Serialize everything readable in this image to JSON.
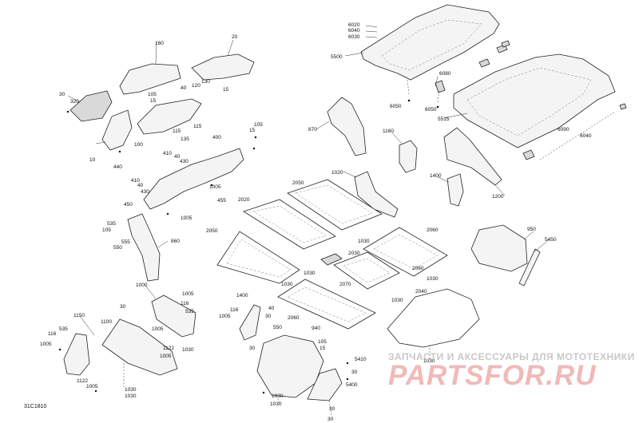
{
  "diagram": {
    "id_code": "31C1810",
    "callouts": [
      "6020",
      "6040",
      "6030",
      "5500",
      "6080",
      "6050",
      "6050",
      "5515",
      "6090",
      "6040",
      "160",
      "20",
      "30",
      "320",
      "105",
      "15",
      "40",
      "130",
      "120",
      "15",
      "100",
      "135",
      "115",
      "115",
      "10",
      "440",
      "410",
      "40",
      "430",
      "400",
      "15",
      "105",
      "410",
      "40",
      "430",
      "1005",
      "455",
      "450",
      "1005",
      "870",
      "1160",
      "1400",
      "1200",
      "1020",
      "2050",
      "2020",
      "1030",
      "2060",
      "2050",
      "1030",
      "1030",
      "2030",
      "2060",
      "1030",
      "2070",
      "1030",
      "950",
      "5450",
      "535",
      "105",
      "555",
      "550",
      "860",
      "1000",
      "1005",
      "116",
      "535",
      "30",
      "1100",
      "1005",
      "1030",
      "1122",
      "1005",
      "1030",
      "1150",
      "535",
      "116",
      "1005",
      "1122",
      "1005",
      "1030",
      "1400",
      "116",
      "1005",
      "40",
      "30",
      "550",
      "30",
      "2060",
      "940",
      "105",
      "15",
      "1030",
      "30",
      "2040",
      "1030",
      "5410",
      "30",
      "5400",
      "1030",
      "30"
    ],
    "watermark": {
      "line": "ЗАПЧАСТИ И АКСЕССУАРЫ ДЛЯ МОТОТЕХНИКИ",
      "logo": "PARTSFOR.RU"
    }
  }
}
